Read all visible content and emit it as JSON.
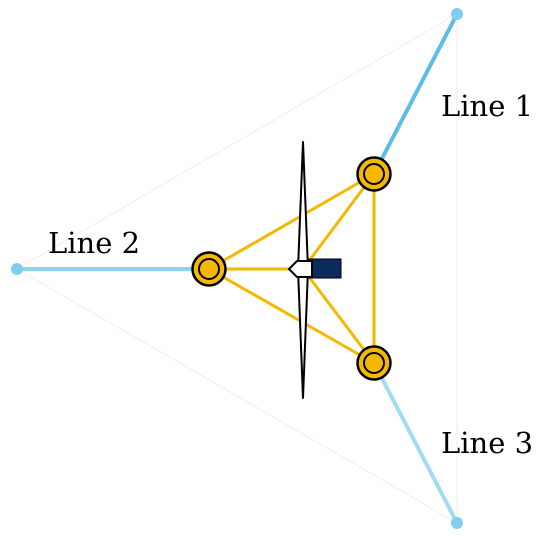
{
  "diagram": {
    "labels": {
      "line_1": "Line 1",
      "line_2": "Line 2",
      "line_3": "Line 3"
    },
    "colors": {
      "mooring_line_1": "#5bbde8",
      "mooring_line_2": "#8fd2f2",
      "mooring_line_3": "#a3daf4",
      "anchor": "#7fcdf0",
      "platform_frame": "#f5b800",
      "column_fill": "#f5b800",
      "column_stroke": "#000000",
      "nacelle": "#0b2a5e",
      "blade_fill": "#ffffff",
      "blade_stroke": "#000000",
      "faint_guide": "#eeeeee"
    },
    "icons": {
      "column_1": "floater-column-icon",
      "column_2": "floater-column-icon",
      "column_3": "floater-column-icon",
      "turbine": "wind-turbine-icon",
      "anchor": "anchor-point-icon"
    }
  }
}
